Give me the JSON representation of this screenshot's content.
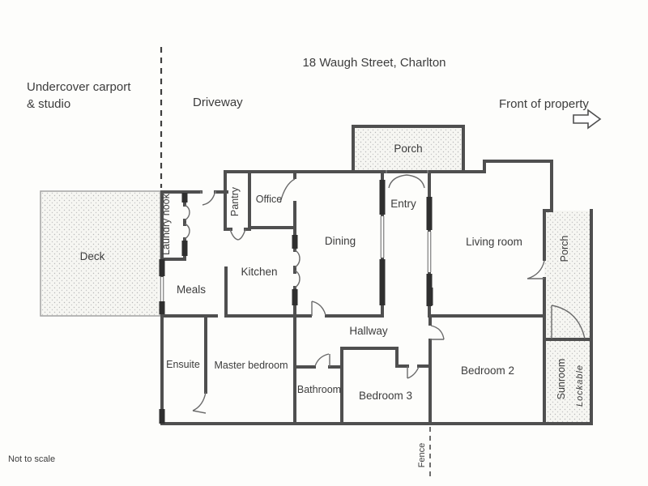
{
  "page": {
    "title": "18 Waugh Street, Charlton",
    "note": "Not to scale"
  },
  "outdoor": {
    "carport_line1": "Undercover carport",
    "carport_line2": "& studio",
    "driveway": "Driveway",
    "front_of_property": "Front of property",
    "fence": "Fence",
    "deck": "Deck"
  },
  "rooms": {
    "porch_top": "Porch",
    "entry": "Entry",
    "living_room": "Living room",
    "porch_right": "Porch",
    "laundry_nook": "Laundry nook",
    "pantry": "Pantry",
    "office": "Office",
    "dining": "Dining",
    "kitchen": "Kitchen",
    "meals": "Meals",
    "hallway": "Hallway",
    "ensuite": "Ensuite",
    "master_bedroom": "Master bedroom",
    "bathroom": "Bathroom",
    "bedroom3": "Bedroom 3",
    "bedroom2": "Bedroom 2",
    "sunroom": "Sunroom",
    "sunroom_note": "Lockable"
  },
  "icons": {
    "front_arrow": "right-arrow-icon"
  },
  "colors": {
    "wall": "#4f4f4f",
    "text": "#3c3c3c",
    "paper": "#fdfdfb",
    "dot_fill": "#b9b9b9"
  }
}
